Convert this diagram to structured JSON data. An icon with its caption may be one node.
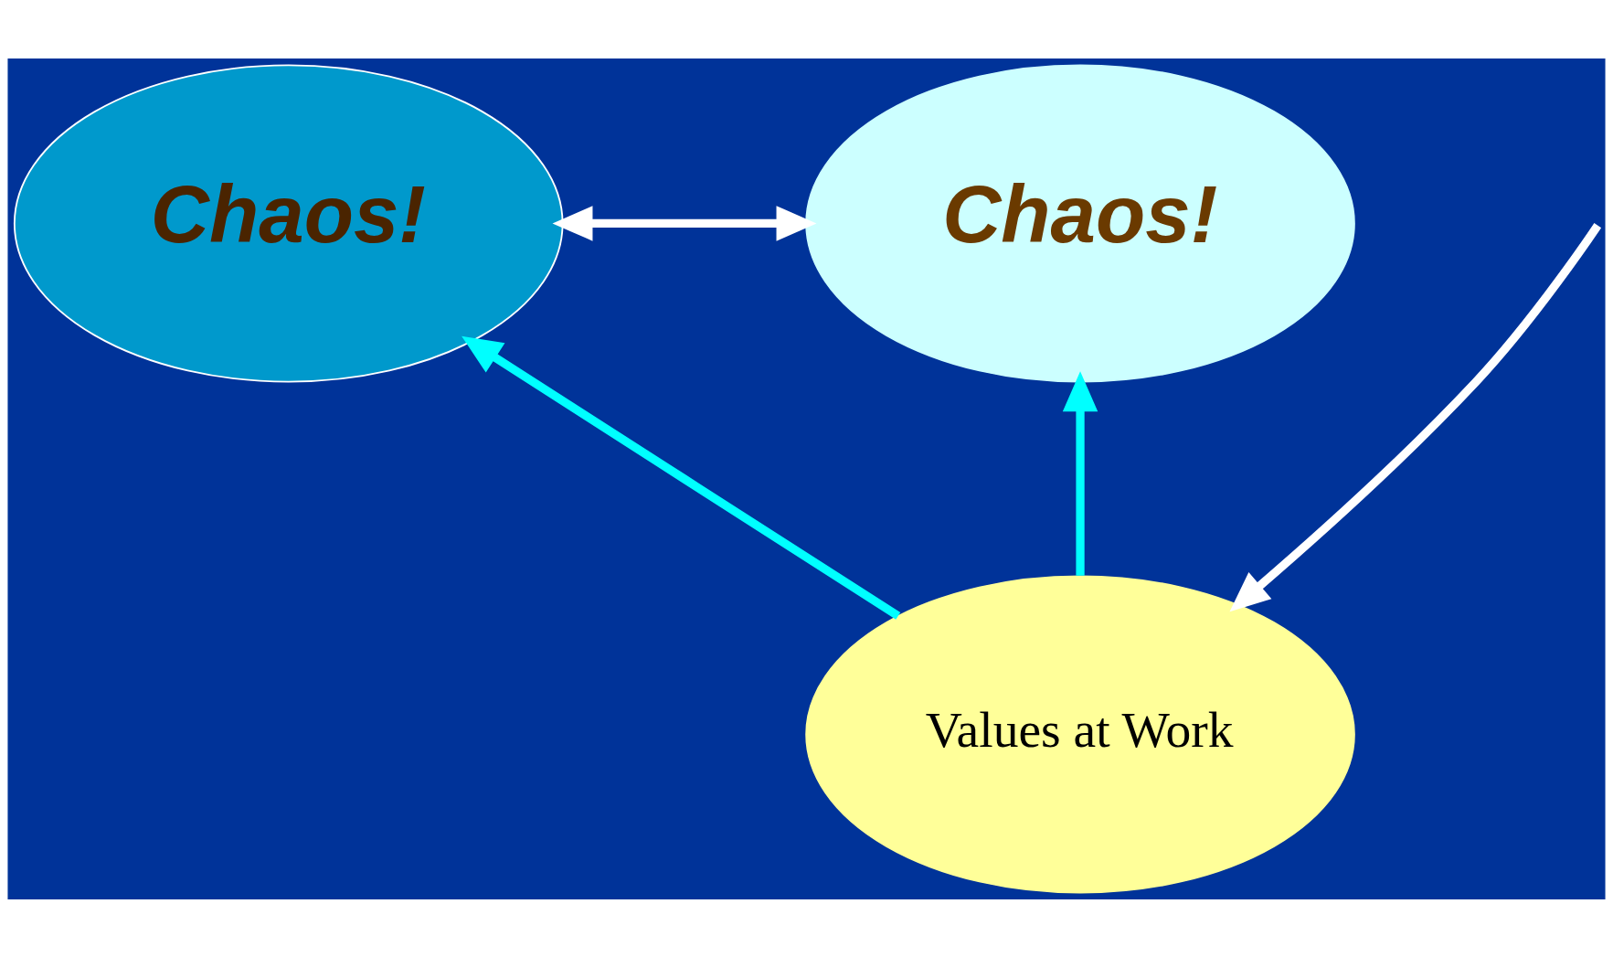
{
  "diagram": {
    "nodes": [
      {
        "text": [
          "Chaos!"
        ]
      },
      {
        "text": [
          "Chaos!"
        ]
      },
      {
        "text": [
          "Values at Work"
        ]
      }
    ],
    "edges": [
      {
        "from": 0,
        "to": 1,
        "arrow": "both",
        "color": "#ffffff"
      },
      {
        "from": null,
        "to": 2,
        "arrow": "to",
        "color": "#ffffff"
      },
      {
        "from": 2,
        "to": 0,
        "arrow": "to",
        "color": "#00ffff"
      },
      {
        "from": 2,
        "to": 1,
        "arrow": "to",
        "color": "#00ffff"
      }
    ]
  }
}
